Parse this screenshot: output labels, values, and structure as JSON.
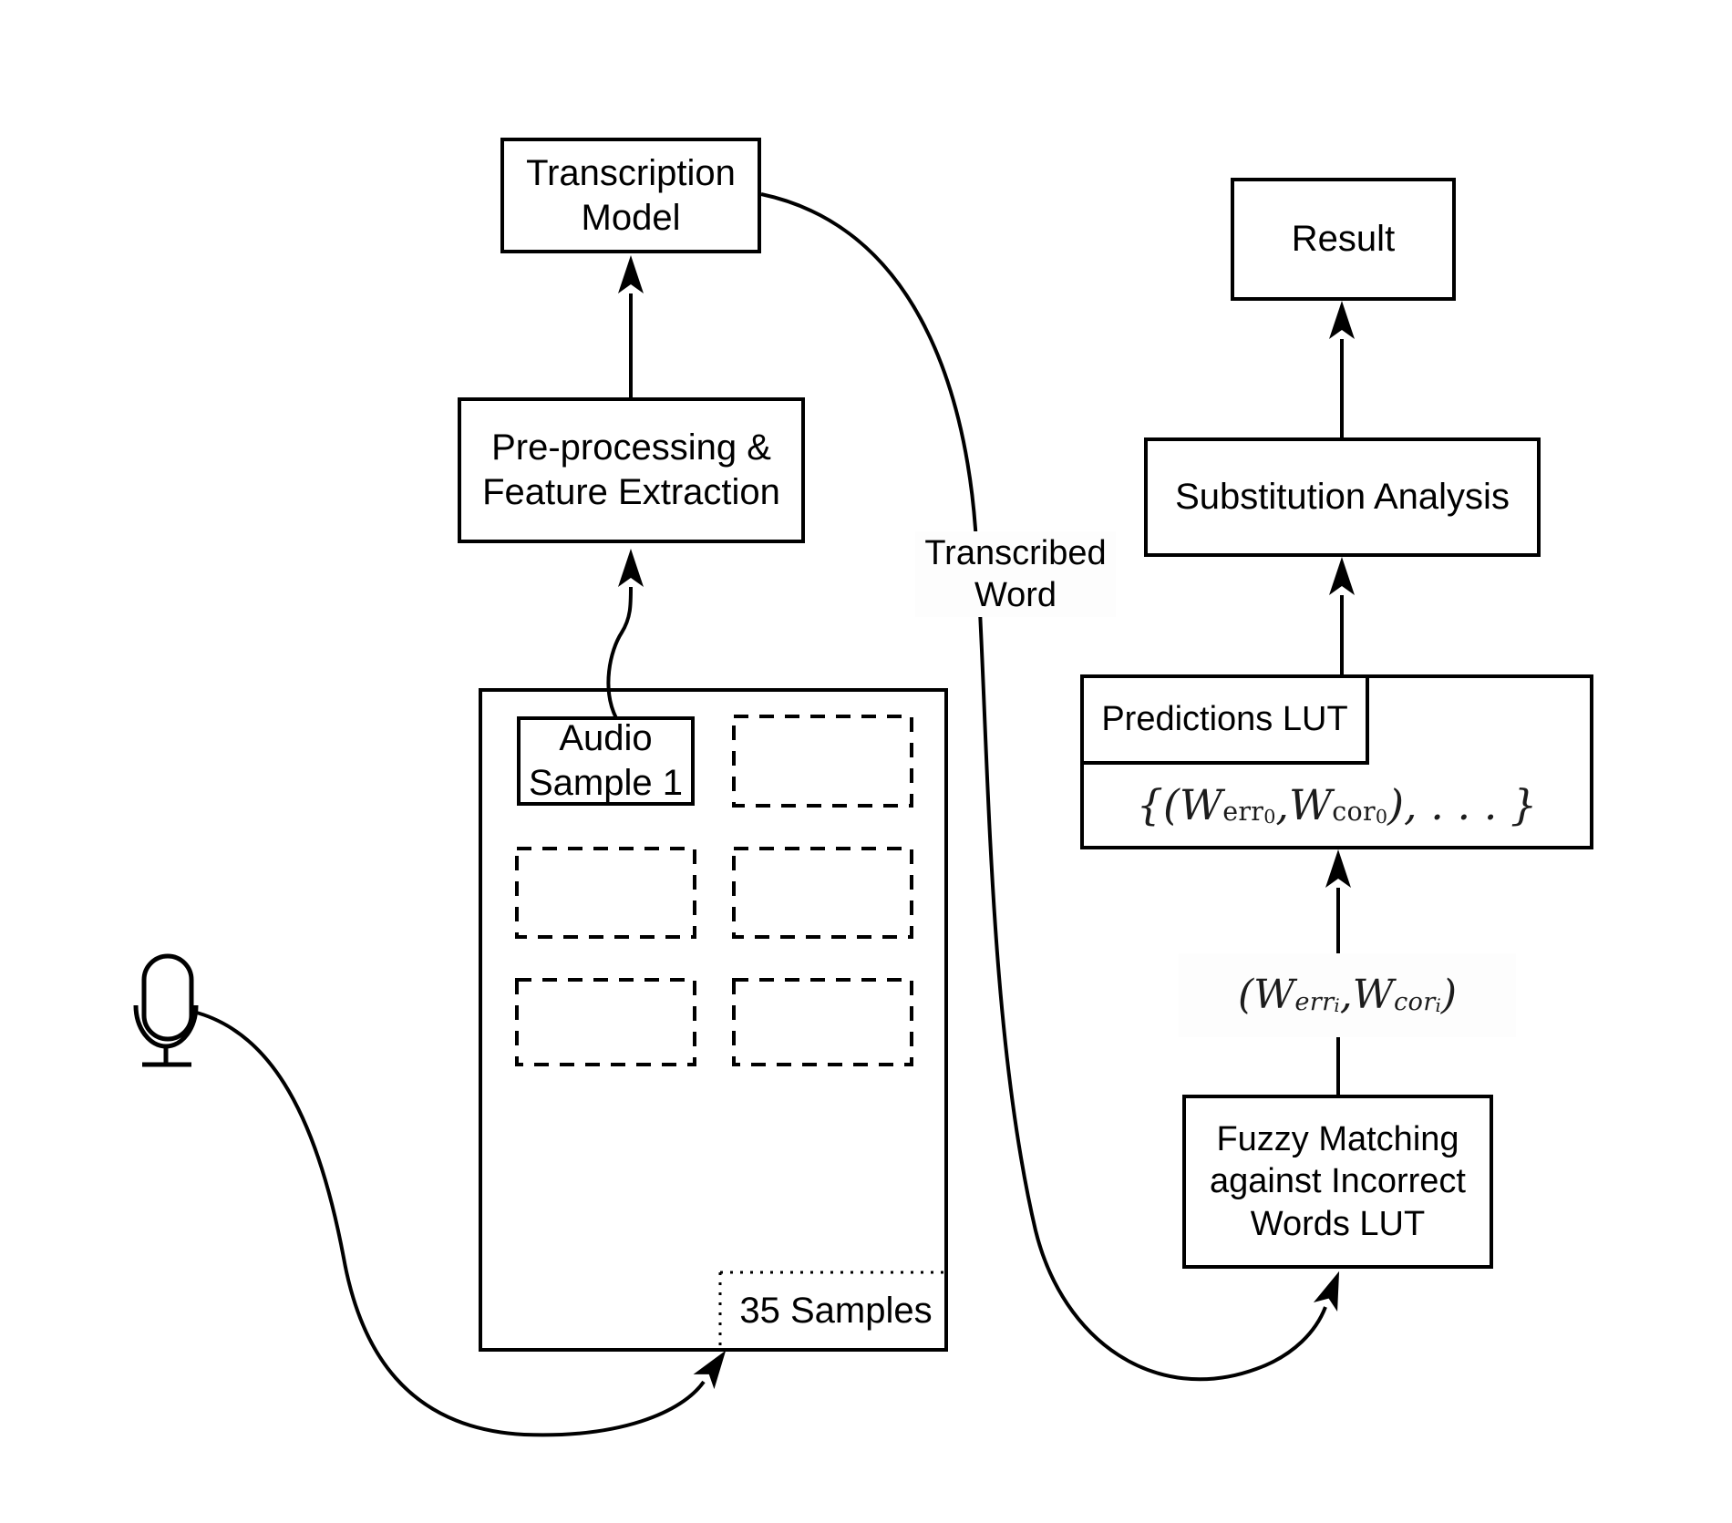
{
  "page": {
    "background": "#ffffff"
  },
  "colors": {
    "line": "#000000",
    "box_border": "#000000",
    "formula_ink": "#1c1c1c",
    "label_background": "#fdfdfd"
  },
  "nodes": {
    "transcription_model": "Transcription\nModel",
    "preprocessing": "Pre-processing &\nFeature Extraction",
    "audio_sample_1": "Audio\nSample 1",
    "samples_count": "35 Samples",
    "result": "Result",
    "substitution_analysis": "Substitution Analysis",
    "predictions_lut": "Predictions LUT",
    "fuzzy_matching": "Fuzzy Matching\nagainst Incorrect\nWords LUT"
  },
  "edge_labels": {
    "transcribed_word": "Transcribed\nWord"
  },
  "formulas": {
    "predictions_set": [
      [
        "{(",
        0
      ],
      [
        "W",
        0
      ],
      [
        "err",
        1
      ],
      [
        "0",
        2
      ],
      [
        ", ",
        0
      ],
      [
        "W",
        0
      ],
      [
        "cor",
        1
      ],
      [
        "0",
        2
      ],
      [
        "), . . . }",
        0
      ]
    ],
    "word_pair": [
      [
        "(",
        0
      ],
      [
        "W",
        0
      ],
      [
        "err",
        1
      ],
      [
        "i",
        2
      ],
      [
        ", ",
        0
      ],
      [
        "W",
        0
      ],
      [
        "cor",
        1
      ],
      [
        "i",
        2
      ],
      [
        ")",
        0
      ]
    ]
  },
  "icons": {
    "microphone": "microphone-icon"
  }
}
